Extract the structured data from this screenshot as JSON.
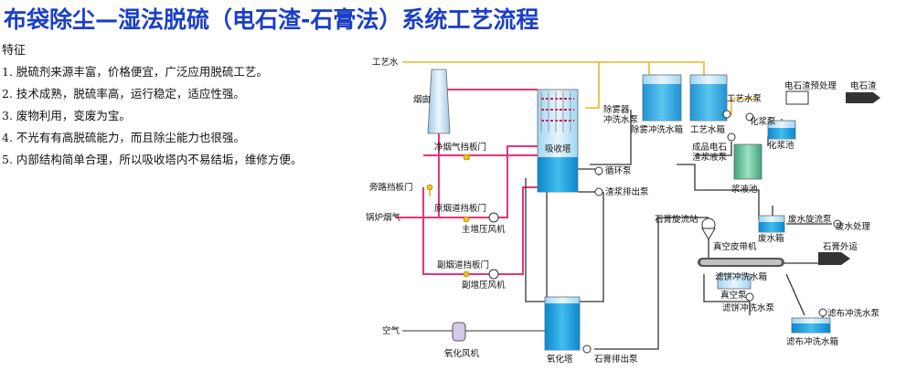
{
  "title": "布袋除尘—湿法脱硫（电石渣-石膏法）系统工艺流程",
  "features": {
    "heading": "特征",
    "items": [
      "1. 脱硫剂来源丰富，价格便宜，广泛应用脱硫工艺。",
      "2. 技术成熟，脱硫率高，运行稳定，适应性强。",
      "3. 废物利用，变废为宝。",
      "4. 不光有有高脱硫能力，而且除尘能力也很强。",
      "5. 内部结构简单合理，所以吸收塔内不易结垢，维修方便。"
    ]
  },
  "diagram": {
    "labels": {
      "process_water_top": "工艺水",
      "chimney": "烟囱",
      "demister_pump": "除雾器冲洗水泵",
      "demister_tank": "除雾冲洗水箱",
      "process_tank": "工艺水箱",
      "process_pump": "工艺水泵",
      "carbide_pre": "电石渣预处理",
      "carbide": "电石渣",
      "slurry_pump": "化浆泵",
      "slurry_pool": "化浆池",
      "clean_damper": "净烟气挡板门",
      "absorber": "吸收塔",
      "product_slurry_pump": "成品电石渣浆液泵",
      "slurry_tank": "浆液池",
      "circ_pump": "循环泵",
      "bypass_damper": "旁路挡板门",
      "discharge_pump": "渣浆排出泵",
      "raw_damper": "原烟道挡板门",
      "boiler_gas": "锅炉烟气",
      "main_fan": "主增压风机",
      "cyclone": "石膏旋流站",
      "waste_tank": "废水箱",
      "waste_cyclone_pump": "废水旋流泵",
      "waste_treat": "废水处理",
      "vacuum_belt": "真空皮带机",
      "gypsum_out": "石膏外运",
      "aux_damper": "副烟道挡板门",
      "aux_fan": "副增压风机",
      "cake_tank": "滤饼冲洗水箱",
      "vacuum_pump": "真空泵",
      "cake_pump": "滤饼冲洗水泵",
      "cloth_pump": "滤布冲洗水泵",
      "cloth_tank": "滤布冲洗水箱",
      "air": "空气",
      "oxidation_fan": "氧化风机",
      "oxidation_tower": "氧化塔",
      "gypsum_pump": "石膏排出泵"
    },
    "colors": {
      "flue": "#e8337a",
      "water": "#e8b923",
      "slurry": "#222222",
      "tank_fill": "#1aa5e6",
      "tank_body": "#c8e8f8",
      "title": "#1a3fc8"
    }
  }
}
